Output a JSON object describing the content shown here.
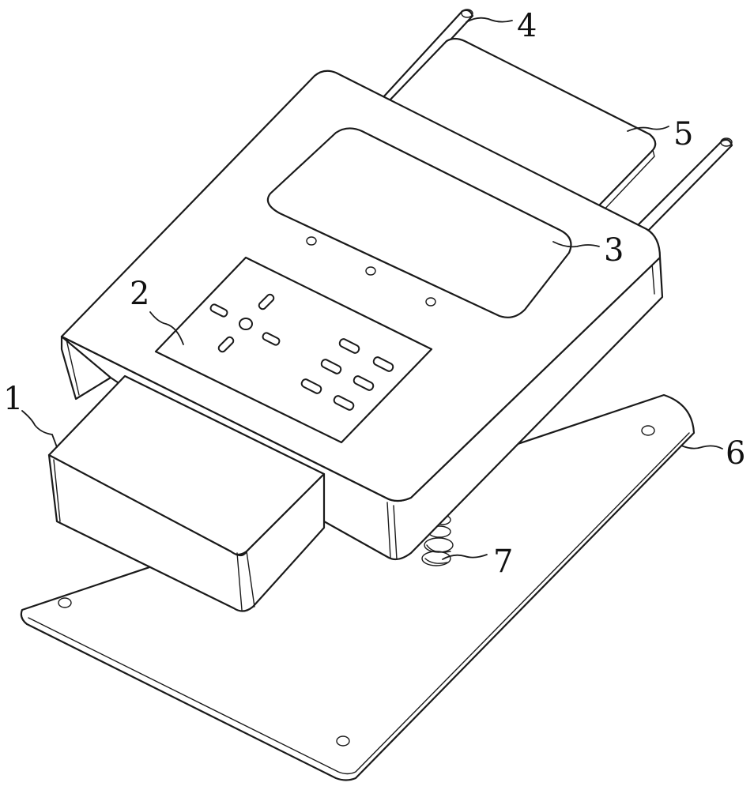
{
  "figure": {
    "callouts": [
      {
        "id": "1",
        "label": "1"
      },
      {
        "id": "2",
        "label": "2"
      },
      {
        "id": "3",
        "label": "3"
      },
      {
        "id": "4",
        "label": "4"
      },
      {
        "id": "5",
        "label": "5"
      },
      {
        "id": "6",
        "label": "6"
      },
      {
        "id": "7",
        "label": "7"
      }
    ]
  }
}
